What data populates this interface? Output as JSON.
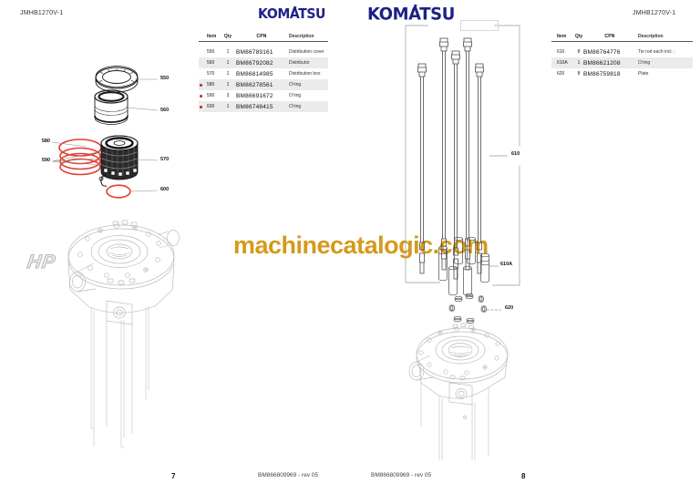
{
  "page_header": {
    "left_code": "JMHB1270V-1",
    "right_code": "JMHB1270V-1"
  },
  "brand": {
    "logo_text": "KOMATSU",
    "logo_color": "#1d2186"
  },
  "watermarks": {
    "center_text": "machinecatalogic.com",
    "center_color": "#d49a1a",
    "hp_text": "HP"
  },
  "colors": {
    "revision_dot": "#c32222",
    "row_shading": "#ebebeb",
    "oring_red": "#e53c30"
  },
  "left_page": {
    "table": {
      "headers": [
        "Item",
        "Qty",
        "CPN",
        "Description"
      ],
      "rows": [
        {
          "item": "550",
          "qty": "1",
          "cpn": "BM86789161",
          "desc": "Distribution cover"
        },
        {
          "item": "560",
          "qty": "1",
          "cpn": "BM86792082",
          "desc": "Distributor"
        },
        {
          "item": "570",
          "qty": "1",
          "cpn": "BM86814985",
          "desc": "Distribution box"
        },
        {
          "item": "580",
          "qty": "1",
          "cpn": "BM86278561",
          "desc": "O'ring"
        },
        {
          "item": "590",
          "qty": "3",
          "cpn": "BM86691672",
          "desc": "O'ring"
        },
        {
          "item": "600",
          "qty": "1",
          "cpn": "BM86748415",
          "desc": "O'ring"
        }
      ]
    },
    "callouts": [
      "550",
      "560",
      "580",
      "590",
      "570",
      "600"
    ],
    "footer_page": "7",
    "footer_doc": "BM866809969 - rev 05"
  },
  "right_page": {
    "table": {
      "headers": [
        "Item",
        "Qty",
        "CPN",
        "Description"
      ],
      "rows": [
        {
          "item": "610",
          "qty": "8",
          "cpn": "BM86764776",
          "desc": "Tie rod each incl. :"
        },
        {
          "item": "610A",
          "qty": "1",
          "cpn": "BM86621208",
          "desc": "O'ring"
        },
        {
          "item": "620",
          "qty": "8",
          "cpn": "BM86759818",
          "desc": "Plate"
        }
      ]
    },
    "callouts": [
      "610",
      "610A",
      "620"
    ],
    "footer_page": "8",
    "footer_doc": "BM866809969 - rev 05"
  }
}
